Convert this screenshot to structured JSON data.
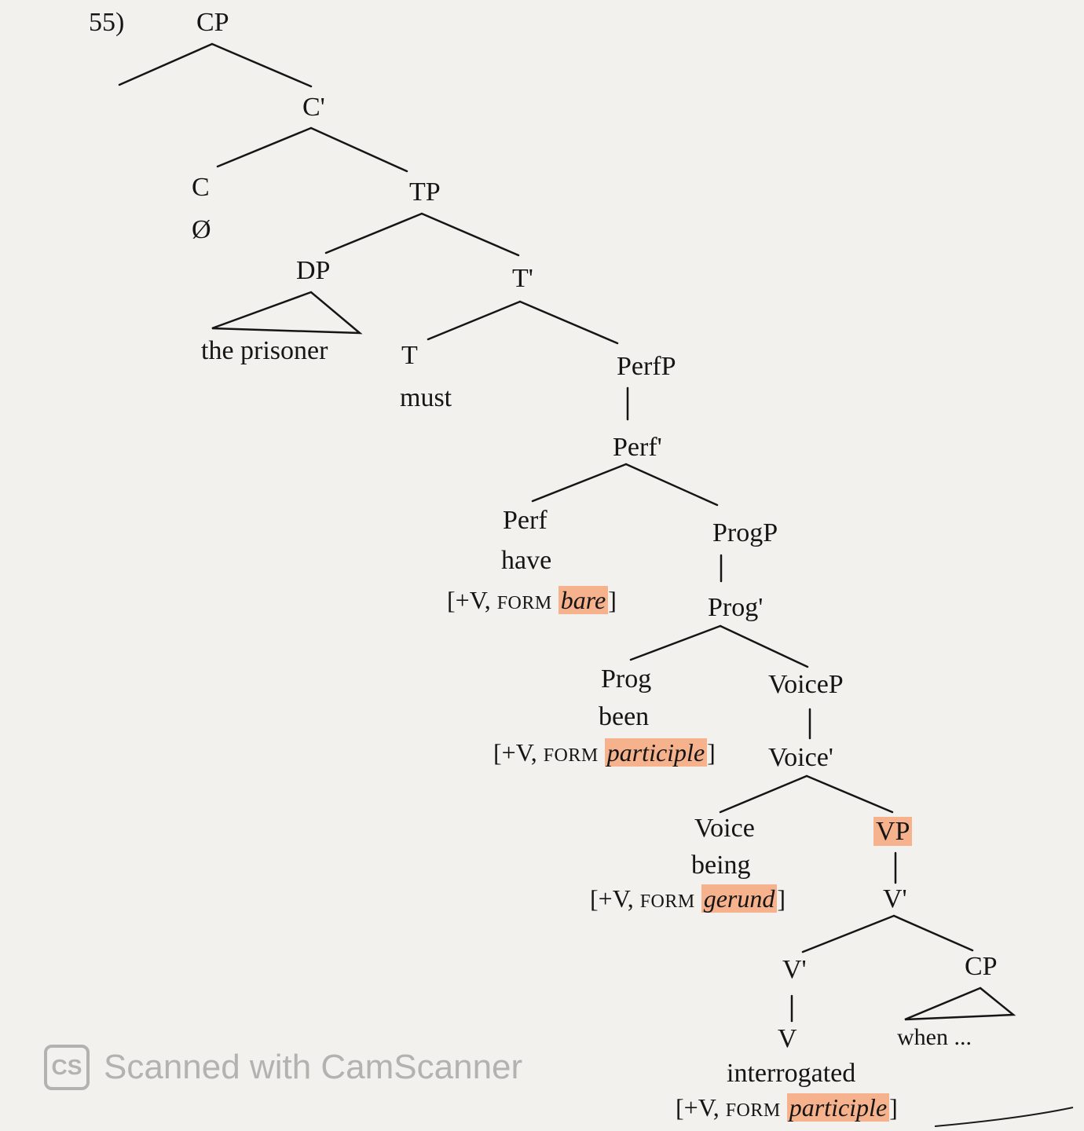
{
  "example_number": "55)",
  "nodes": {
    "cp_root": "CP",
    "c_bar": "C'",
    "c_head": "C",
    "c_null": "Ø",
    "tp": "TP",
    "dp": "DP",
    "dp_words": "the prisoner",
    "t_bar": "T'",
    "t_head": "T",
    "t_word": "must",
    "perfp": "PerfP",
    "perf_bar": "Perf'",
    "perf_head": "Perf",
    "perf_word": "have",
    "progp": "ProgP",
    "prog_bar": "Prog'",
    "prog_head": "Prog",
    "prog_word": "been",
    "voicep": "VoiceP",
    "voice_bar": "Voice'",
    "voice_head": "Voice",
    "voice_word": "being",
    "vp": "VP",
    "v_bar_upper": "V'",
    "v_bar_lower": "V'",
    "cp_adjunct": "CP",
    "cp_adjunct_words": "when ...",
    "v_head": "V",
    "v_word": "interrogated"
  },
  "features": {
    "perf": {
      "open": "[+V,",
      "form": "FORM",
      "value": "bare",
      "close": "]"
    },
    "prog": {
      "open": "[+V,",
      "form": "FORM",
      "value": "participle",
      "close": "]"
    },
    "voice": {
      "open": "[+V,",
      "form": "FORM",
      "value": "gerund",
      "close": "]"
    },
    "v": {
      "open": "[+V,",
      "form": "FORM",
      "value": "participle",
      "close": "]"
    }
  },
  "watermark": {
    "logo": "CS",
    "text": "Scanned with CamScanner"
  }
}
